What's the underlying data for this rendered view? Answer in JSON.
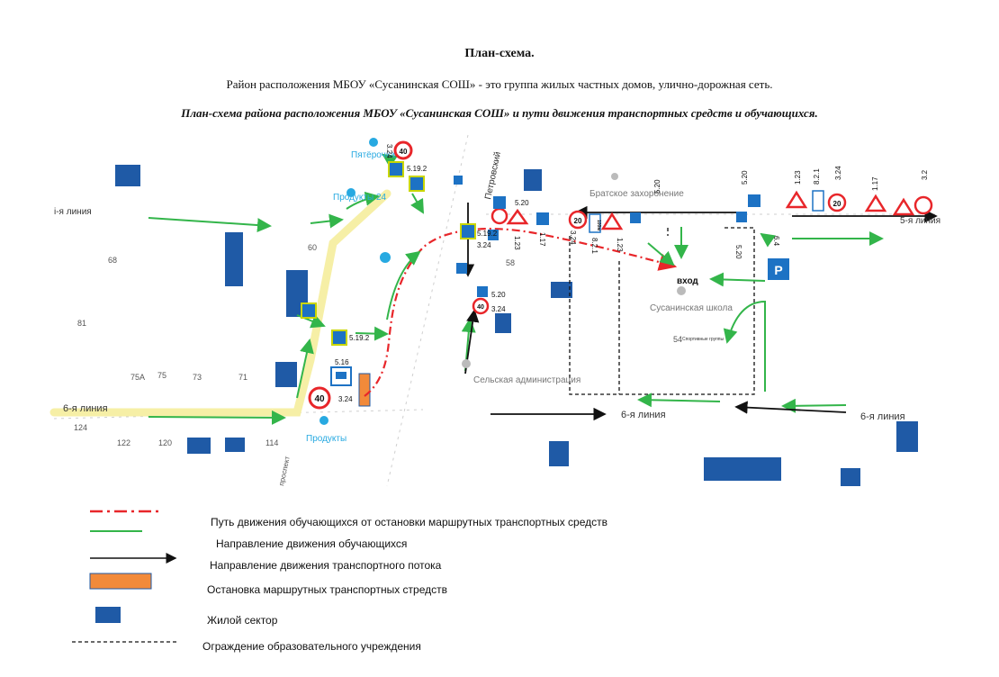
{
  "header": {
    "title": "План-схема.",
    "subtitle": "Район расположения МБОУ «Сусанинская СОШ» - это группа жилых частных домов, улично-дорожная сеть.",
    "heading": "План-схема района расположения МБОУ «Сусанинская СОШ» и пути движения транспортных средств и обучающихся."
  },
  "map": {
    "streets": {
      "line1": "i-я линия",
      "line5": "5-я линия",
      "line6_left": "6-я линия",
      "line6_mid": "6-я линия",
      "line6_right": "6-я линия",
      "petrovsky": "Петровский",
      "prosp": "проспект"
    },
    "places": {
      "pyaterochka": "Пятёрочка",
      "produkty_top": "Продукты 24",
      "produkty_bottom": "Продукты",
      "bratskoe": "Братское захоронение",
      "vhod": "вход",
      "school": "Сусанинская школа",
      "sport": "Спортивные группы",
      "admin": "Сельская администрация"
    },
    "house_numbers": [
      "68",
      "60",
      "81",
      "75А",
      "75",
      "73",
      "71",
      "58",
      "124",
      "122",
      "120",
      "114",
      "54"
    ],
    "sign_codes": [
      "3.24",
      "5.19.2",
      "5.19.2",
      "5.19.2",
      "5.20",
      "5.20",
      "5.20",
      "5.20",
      "5.20",
      "1.23",
      "1.23",
      "1.23",
      "1.17",
      "1.17",
      "3.24",
      "3.24",
      "3.24",
      "3.24",
      "3.2",
      "8.2.1",
      "8.2.1",
      "6.4",
      "5.16",
      "3.24"
    ],
    "speed_values": [
      "40",
      "40",
      "40",
      "20",
      "20"
    ],
    "parking_sign": "P",
    "sign_misc": [
      "100м"
    ]
  },
  "legend": {
    "items": [
      "Путь движения обучающихся от остановки маршрутных транспортных средств",
      "Направление движения обучающихся",
      "Направление движения транспортного потока",
      "Остановка маршрутных транспортных стредств",
      "Жилой сектор",
      "Ограждение образовательного учреждения"
    ]
  },
  "colors": {
    "green": "#33b54a",
    "red": "#e8262a",
    "house": "#1f5aa6",
    "yellow_road": "#f6efa6",
    "stop": "#f28a3a",
    "sign_blue": "#1d72c4",
    "poi": "#27a9e1"
  }
}
